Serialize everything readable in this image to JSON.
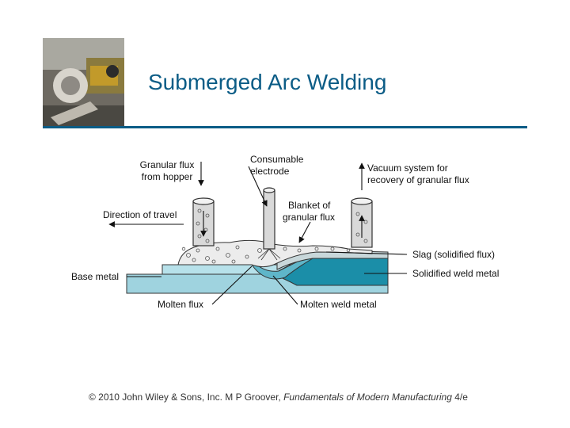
{
  "slide": {
    "title": "Submerged Arc Welding"
  },
  "diagram": {
    "labels": {
      "granular_flux_line1": "Granular flux",
      "granular_flux_line2": "from hopper",
      "consumable_line1": "Consumable",
      "consumable_line2": "electrode",
      "vacuum_line1": "Vacuum system for",
      "vacuum_line2": "recovery of granular flux",
      "blanket_line1": "Blanket of",
      "blanket_line2": "granular flux",
      "direction": "Direction of travel",
      "slag": "Slag (solidified flux)",
      "base_metal": "Base metal",
      "solidified_weld": "Solidified weld metal",
      "molten_flux": "Molten flux",
      "molten_weld": "Molten weld metal"
    },
    "colors": {
      "base_metal": "#9fd3df",
      "weld_metal": "#1b8ea8",
      "flux": "#e8e8e8",
      "pipe": "#d9d9d9"
    }
  },
  "footer": {
    "prefix": "© 2010 John Wiley & Sons, Inc.  M P Groover, ",
    "book": "Fundamentals of Modern Manufacturing",
    "edition": " 4/e"
  }
}
